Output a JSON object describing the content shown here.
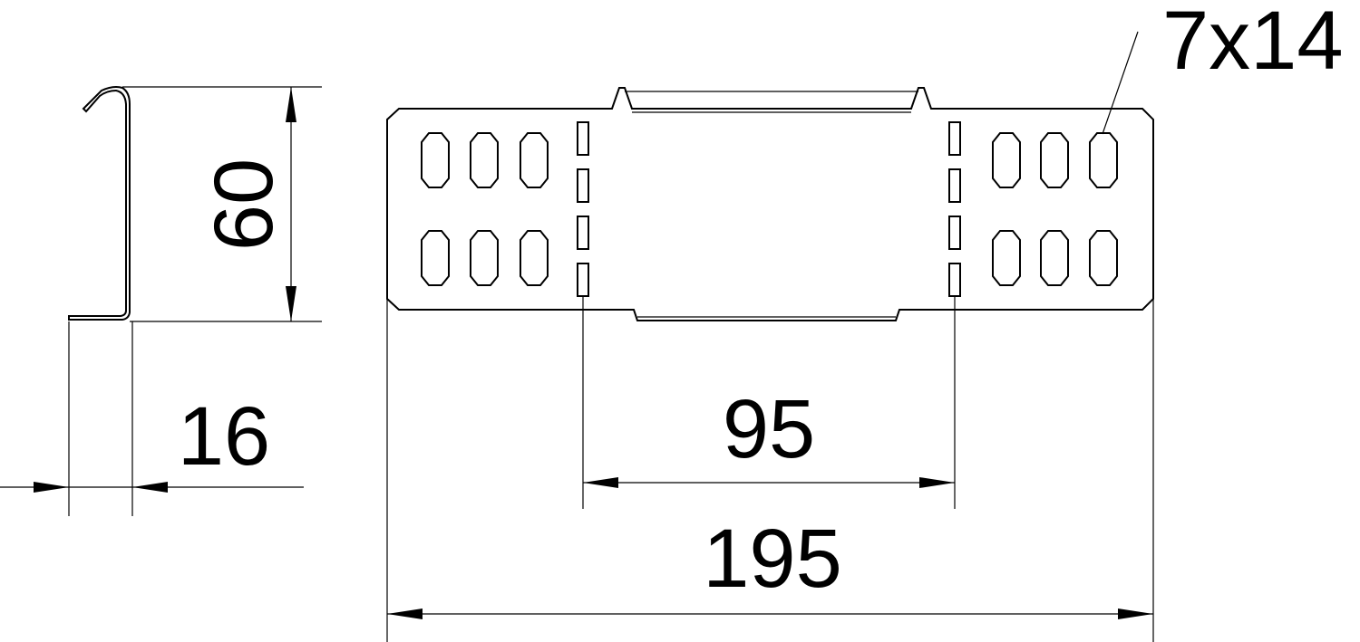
{
  "dimensions": {
    "height": "60",
    "flange": "16",
    "slot_spacing": "95",
    "total_width": "195",
    "slot_size": "7x14"
  },
  "colors": {
    "line": "#000000",
    "background": "#ffffff"
  }
}
